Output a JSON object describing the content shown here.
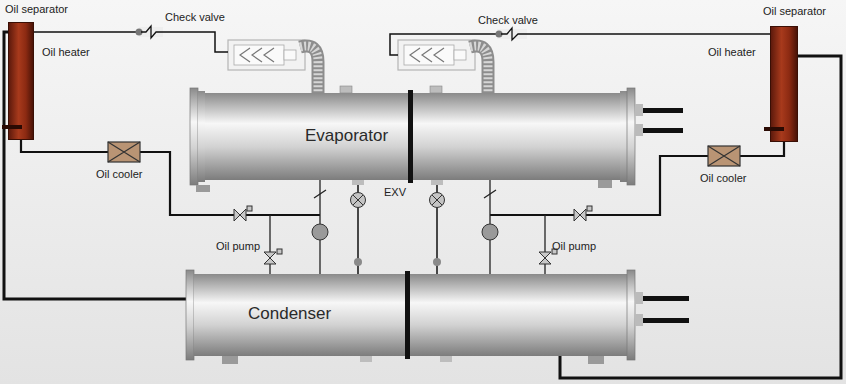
{
  "diagram": {
    "nodes": [
      {
        "text": [
          "Oil separator"
        ]
      },
      {
        "text": [
          "Oil separator"
        ]
      },
      {
        "text": [
          "Evaporator"
        ]
      },
      {
        "text": [
          "Condenser"
        ]
      }
    ],
    "edges": [
      {
        "from": 0,
        "to": 3,
        "arrow": "none"
      },
      {
        "from": 1,
        "to": 3,
        "arrow": "none"
      },
      {
        "from": 3,
        "to": 2,
        "arrow": "none"
      },
      {
        "from": 3,
        "to": 2,
        "arrow": "none"
      }
    ],
    "labels": [
      "Check valve",
      "Check valve",
      "Oil heater",
      "Oil heater",
      "Oil cooler",
      "Oil cooler",
      "EXV",
      "Oil pump",
      "Oil pump"
    ]
  }
}
